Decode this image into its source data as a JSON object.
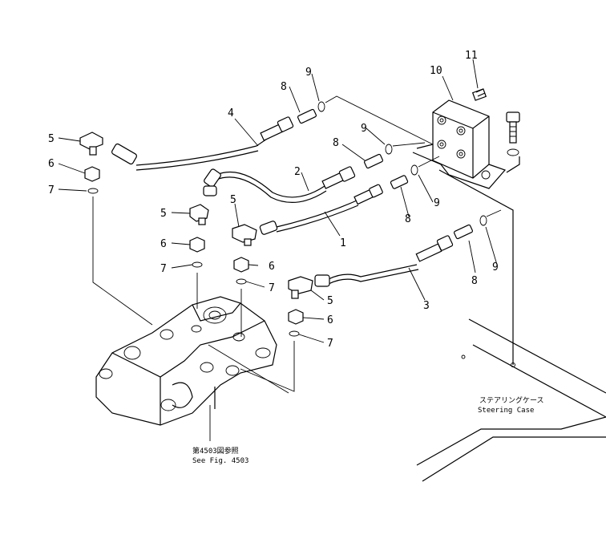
{
  "callouts": [
    {
      "key": "p1",
      "text": "1"
    },
    {
      "key": "p2",
      "text": "2"
    },
    {
      "key": "p3",
      "text": "3"
    },
    {
      "key": "p4",
      "text": "4"
    },
    {
      "key": "p5a",
      "text": "5"
    },
    {
      "key": "p5b",
      "text": "5"
    },
    {
      "key": "p5c",
      "text": "5"
    },
    {
      "key": "p5d",
      "text": "5"
    },
    {
      "key": "p6a",
      "text": "6"
    },
    {
      "key": "p6b",
      "text": "6"
    },
    {
      "key": "p6c",
      "text": "6"
    },
    {
      "key": "p6d",
      "text": "6"
    },
    {
      "key": "p7a",
      "text": "7"
    },
    {
      "key": "p7b",
      "text": "7"
    },
    {
      "key": "p7c",
      "text": "7"
    },
    {
      "key": "p7d",
      "text": "7"
    },
    {
      "key": "p8a",
      "text": "8"
    },
    {
      "key": "p8b",
      "text": "8"
    },
    {
      "key": "p8c",
      "text": "8"
    },
    {
      "key": "p8d",
      "text": "8"
    },
    {
      "key": "p9a",
      "text": "9"
    },
    {
      "key": "p9b",
      "text": "9"
    },
    {
      "key": "p9c",
      "text": "9"
    },
    {
      "key": "p9d",
      "text": "9"
    },
    {
      "key": "p10",
      "text": "10"
    },
    {
      "key": "p11",
      "text": "11"
    }
  ],
  "notes": {
    "steering_case_jp": "ステアリングケース",
    "steering_case_en": "Steering Case",
    "see_fig_jp": "第4503図参照",
    "see_fig_en": "See Fig. 4503"
  }
}
